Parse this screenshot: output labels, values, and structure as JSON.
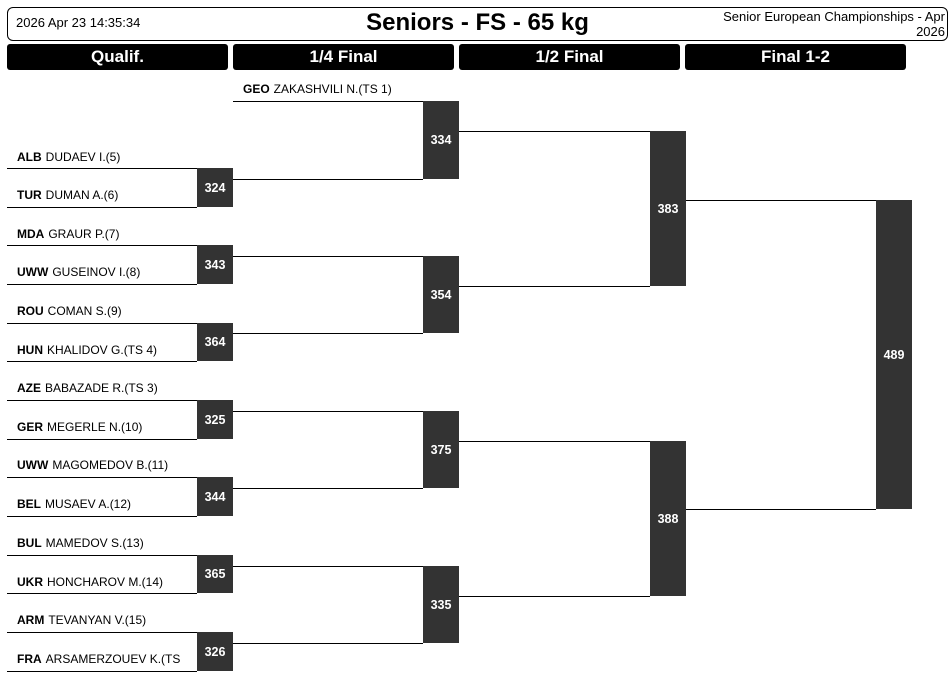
{
  "header": {
    "datetime": "2026 Apr 23 14:35:34",
    "title": "Seniors - FS - 65 kg",
    "event_line1": "Senior European Championships - Apr",
    "event_line2": "2026"
  },
  "rounds": [
    "Qualif.",
    "1/4 Final",
    "1/2 Final",
    "Final 1-2"
  ],
  "bye": {
    "country": "GEO",
    "name": "ZAKASHVILI N.(TS 1)"
  },
  "athletes": [
    {
      "country": "ALB",
      "name": "DUDAEV I.(5)"
    },
    {
      "country": "TUR",
      "name": "DUMAN A.(6)"
    },
    {
      "country": "MDA",
      "name": "GRAUR P.(7)"
    },
    {
      "country": "UWW",
      "name": "GUSEINOV I.(8)"
    },
    {
      "country": "ROU",
      "name": "COMAN S.(9)"
    },
    {
      "country": "HUN",
      "name": "KHALIDOV G.(TS 4)"
    },
    {
      "country": "AZE",
      "name": "BABAZADE R.(TS 3)"
    },
    {
      "country": "GER",
      "name": "MEGERLE N.(10)"
    },
    {
      "country": "UWW",
      "name": "MAGOMEDOV B.(11)"
    },
    {
      "country": "BEL",
      "name": "MUSAEV A.(12)"
    },
    {
      "country": "BUL",
      "name": "MAMEDOV S.(13)"
    },
    {
      "country": "UKR",
      "name": "HONCHAROV M.(14)"
    },
    {
      "country": "ARM",
      "name": "TEVANYAN V.(15)"
    },
    {
      "country": "FRA",
      "name": "ARSAMERZOUEV K.(TS"
    }
  ],
  "matches": {
    "qualif": [
      "324",
      "343",
      "364",
      "325",
      "344",
      "365",
      "326"
    ],
    "quarter": [
      "334",
      "354",
      "375",
      "335"
    ],
    "semi": [
      "383",
      "388"
    ],
    "final": "489"
  }
}
